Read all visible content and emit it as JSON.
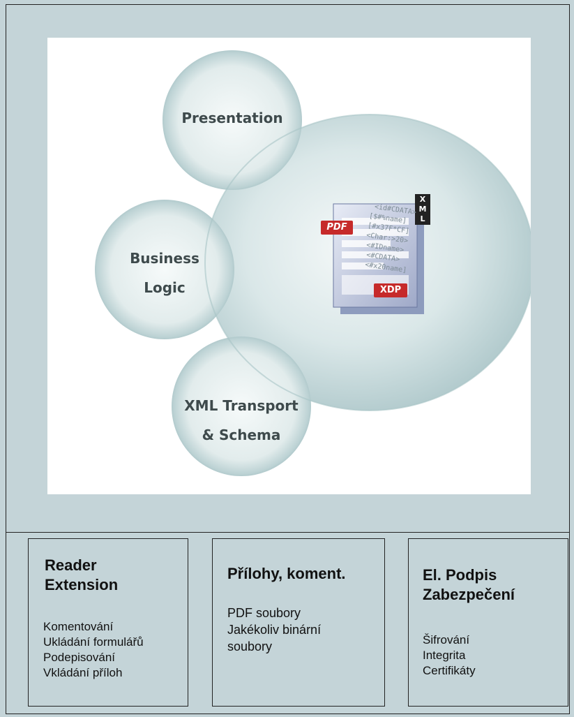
{
  "diagram": {
    "circles": {
      "presentation": "Presentation",
      "business_logic": [
        "Business",
        "Logic"
      ],
      "xml_transport": [
        "XML Transport",
        "& Schema"
      ]
    },
    "document_icon": {
      "pdf_tag": "PDF",
      "xdp_tag": "XDP",
      "xml_badge": [
        "X",
        "M",
        "L"
      ],
      "code_lines": [
        "<id#CDATA>",
        "[$#%name]",
        "[#x37F*CF]",
        "<Char:>20>",
        "<#IDname>",
        "<#CDATA>",
        "<#x20name]"
      ]
    },
    "colors": {
      "background": "#c4d4d8",
      "circle_light": "#eef4f4",
      "circle_dark": "#9fbcc0",
      "tag_red": "#c62a2a"
    }
  },
  "boxes": [
    {
      "title": [
        "Reader",
        "Extension"
      ],
      "items": [
        "Komentování",
        "Ukládání formulářů",
        "Podepisování",
        "Vkládání příloh"
      ]
    },
    {
      "title": [
        "Přílohy, koment."
      ],
      "items": [
        "PDF soubory",
        "Jakékoliv binární",
        "soubory"
      ]
    },
    {
      "title": [
        "El. Podpis",
        "Zabezpečení"
      ],
      "items": [
        "Šifrování",
        "Integrita",
        "Certifikáty"
      ]
    }
  ]
}
